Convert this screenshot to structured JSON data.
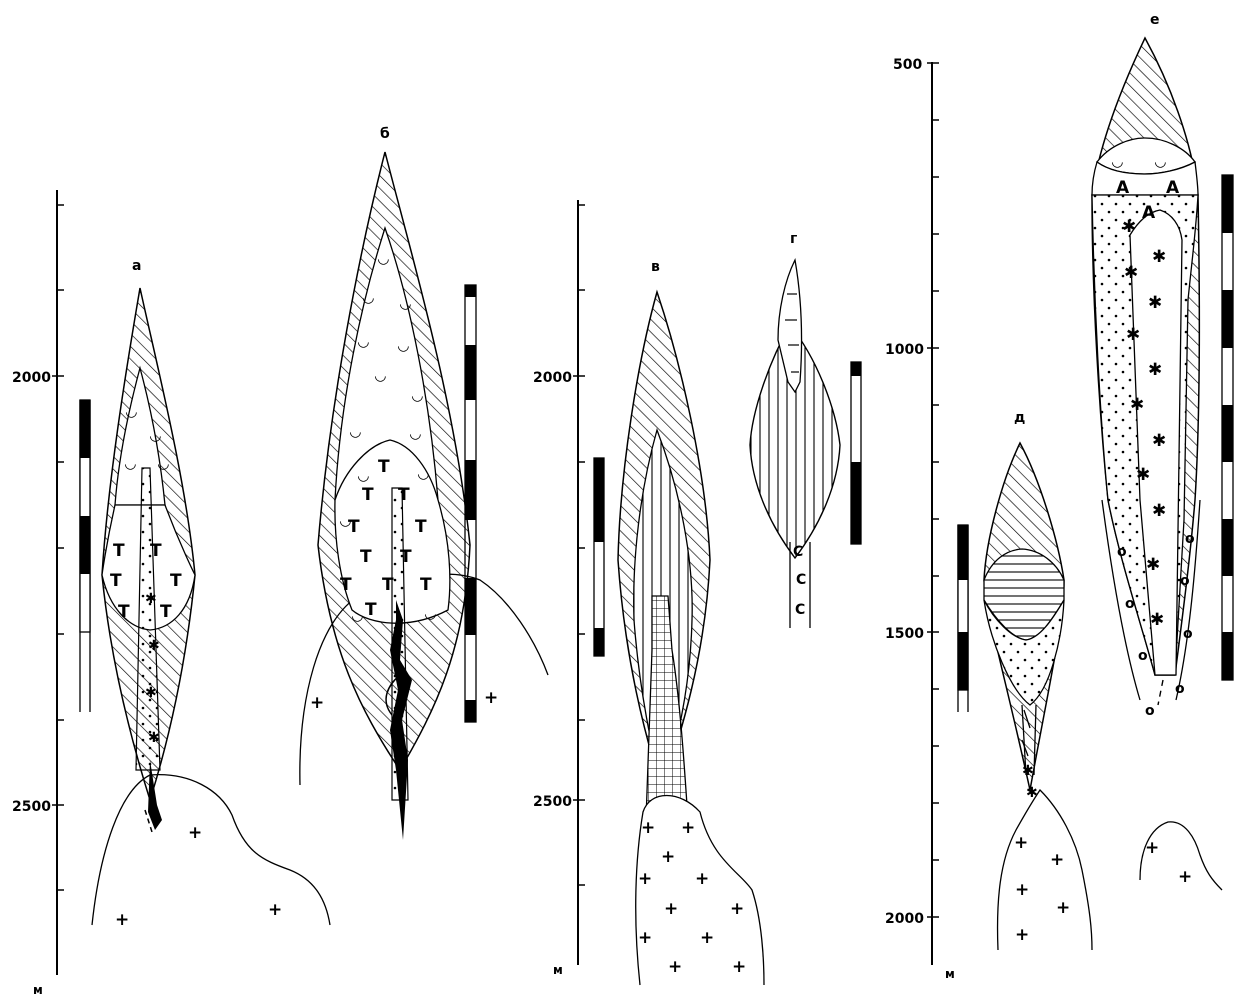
{
  "axes": [
    {
      "unit": "м",
      "ticks": [
        "2000",
        "2500"
      ]
    },
    {
      "unit": "м",
      "ticks": [
        "2000",
        "2500"
      ]
    },
    {
      "unit": "м",
      "ticks": [
        "500",
        "1000",
        "1500",
        "2000"
      ]
    }
  ],
  "panels": [
    {
      "letter": "а"
    },
    {
      "letter": "б"
    },
    {
      "letter": "в"
    },
    {
      "letter": "г"
    },
    {
      "letter": "д"
    },
    {
      "letter": "е"
    }
  ],
  "symbols": {
    "granite": "+",
    "layer_t": "T",
    "layer_a": "A",
    "shell": "◡",
    "star": "✱",
    "pebble": "o",
    "bracket": "C"
  }
}
